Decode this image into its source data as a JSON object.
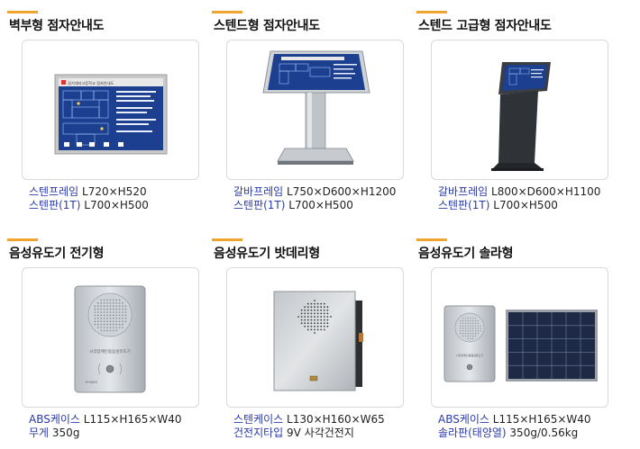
{
  "products": [
    {
      "title": "벽부형 점자안내도",
      "image": "wall-braille-map",
      "specs": [
        {
          "label": "스텐프레임",
          "value": " L720×H520"
        },
        {
          "label": "스텐판(1T)",
          "value": " L700×H500"
        }
      ]
    },
    {
      "title": "스텐드형 점자안내도",
      "image": "stand-braille-map",
      "specs": [
        {
          "label": "갈바프레임",
          "value": " L750×D600×H1200"
        },
        {
          "label": "스텐판(1T)",
          "value": " L700×H500"
        }
      ]
    },
    {
      "title": "스텐드 고급형 점자안내도",
      "image": "premium-stand-braille-map",
      "specs": [
        {
          "label": "갈바프레임",
          "value": " L800×D600×H1100"
        },
        {
          "label": "스텐판(1T)",
          "value": " L700×H500"
        }
      ]
    },
    {
      "title": "음성유도기 전기형",
      "image": "voice-guide-electric",
      "specs": [
        {
          "label": "ABS케이스",
          "value": " L115×H165×W40"
        },
        {
          "label": "무게",
          "value": " 350g"
        }
      ]
    },
    {
      "title": "음성유도기 밧데리형",
      "image": "voice-guide-battery",
      "specs": [
        {
          "label": "스텐케이스",
          "value": " L130×H160×W65"
        },
        {
          "label": "건전지타입",
          "value": " 9V 사각건전지"
        }
      ]
    },
    {
      "title": "음성유도기 솔라형",
      "image": "voice-guide-solar",
      "specs": [
        {
          "label": "ABS케이스",
          "value": " L115×H165×W40"
        },
        {
          "label": "솔라판(태양열)",
          "value": " 350g/0.56kg"
        }
      ]
    }
  ],
  "image_text": {
    "wall_map_header": "경기대자고등학교 점자안내도",
    "device_label": "시각장애인용음성유도기",
    "power_label": "POWER"
  },
  "colors": {
    "accent_bar": "#f0a531",
    "spec_label": "#2a3aa8",
    "map_blue": "#1c3f8f"
  }
}
